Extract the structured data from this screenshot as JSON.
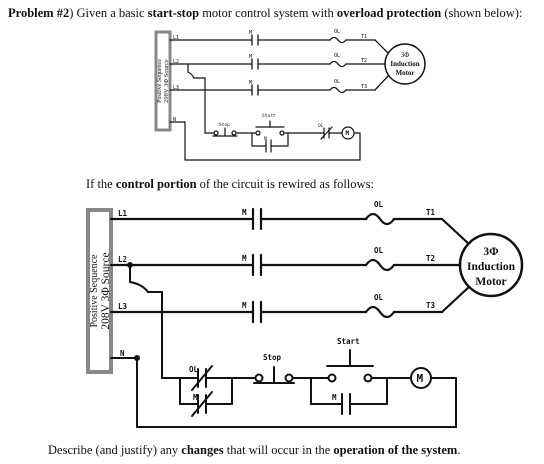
{
  "text": {
    "problem": {
      "label": "Problem #2",
      "paren": ")",
      "p1": " Given a basic ",
      "b1": "start-stop",
      "p2": " motor control system with ",
      "b2": "overload protection",
      "p3": " (shown below):"
    },
    "rewired": {
      "p1": "If the ",
      "b1": "control portion",
      "p2": " of the circuit is rewired as follows:"
    },
    "question": {
      "p1": "Describe (and justify) any ",
      "b1": "changes",
      "p2": " that will occur in the ",
      "b2": "operation of the system",
      "p3": "."
    }
  },
  "top_diagram": {
    "source_label_line1": "Positive Sequence",
    "source_label_line2": "208V 3Φ Source",
    "lines": [
      "L1",
      "L2",
      "L3"
    ],
    "neutral": "N",
    "contact_label": "M",
    "overload_label": "OL",
    "terminals": [
      "T1",
      "T2",
      "T3"
    ],
    "motor": [
      "3Φ",
      "Induction",
      "Motor"
    ],
    "stop": "Stop",
    "start": "Start",
    "coil": "M",
    "ol_contact": "OL"
  },
  "bottom_diagram": {
    "source_label_line1": "Positive Sequence",
    "source_label_line2": "208V 3Φ Source",
    "lines": [
      "L1",
      "L2",
      "L3"
    ],
    "neutral": "N",
    "contact_label": "M",
    "overload_label": "OL",
    "terminals": [
      "T1",
      "T2",
      "T3"
    ],
    "motor": [
      "3Φ",
      "Induction",
      "Motor"
    ],
    "stop": "Stop",
    "start": "Start",
    "coil": "M",
    "ol_contact": "OL"
  }
}
